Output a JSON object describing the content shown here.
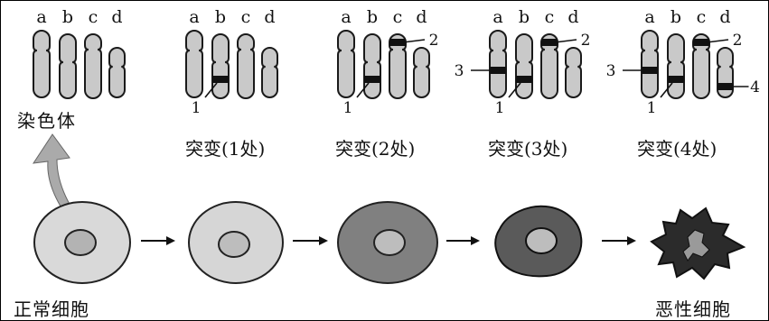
{
  "chromosome_letters": [
    "a",
    "b",
    "c",
    "d"
  ],
  "labels": {
    "chromosome": "染色体",
    "normal_cell": "正常细胞",
    "malignant_cell": "恶性细胞"
  },
  "stages": [
    {
      "caption": "突变(1处)",
      "mutations": [
        "1"
      ]
    },
    {
      "caption": "突变(2处)",
      "mutations": [
        "1",
        "2"
      ]
    },
    {
      "caption": "突变(3处)",
      "mutations": [
        "1",
        "2",
        "3"
      ]
    },
    {
      "caption": "突变(4处)",
      "mutations": [
        "1",
        "2",
        "3",
        "4"
      ]
    }
  ],
  "colors": {
    "chromosome_fill": "#c9c9c9",
    "cell_1": "#d9d9d9",
    "cell_2": "#d6d6d6",
    "cell_3": "#808080",
    "cell_4": "#5a5a5a",
    "cell_5": "#2b2b2b",
    "arrow_up": "#aaaaaa"
  }
}
